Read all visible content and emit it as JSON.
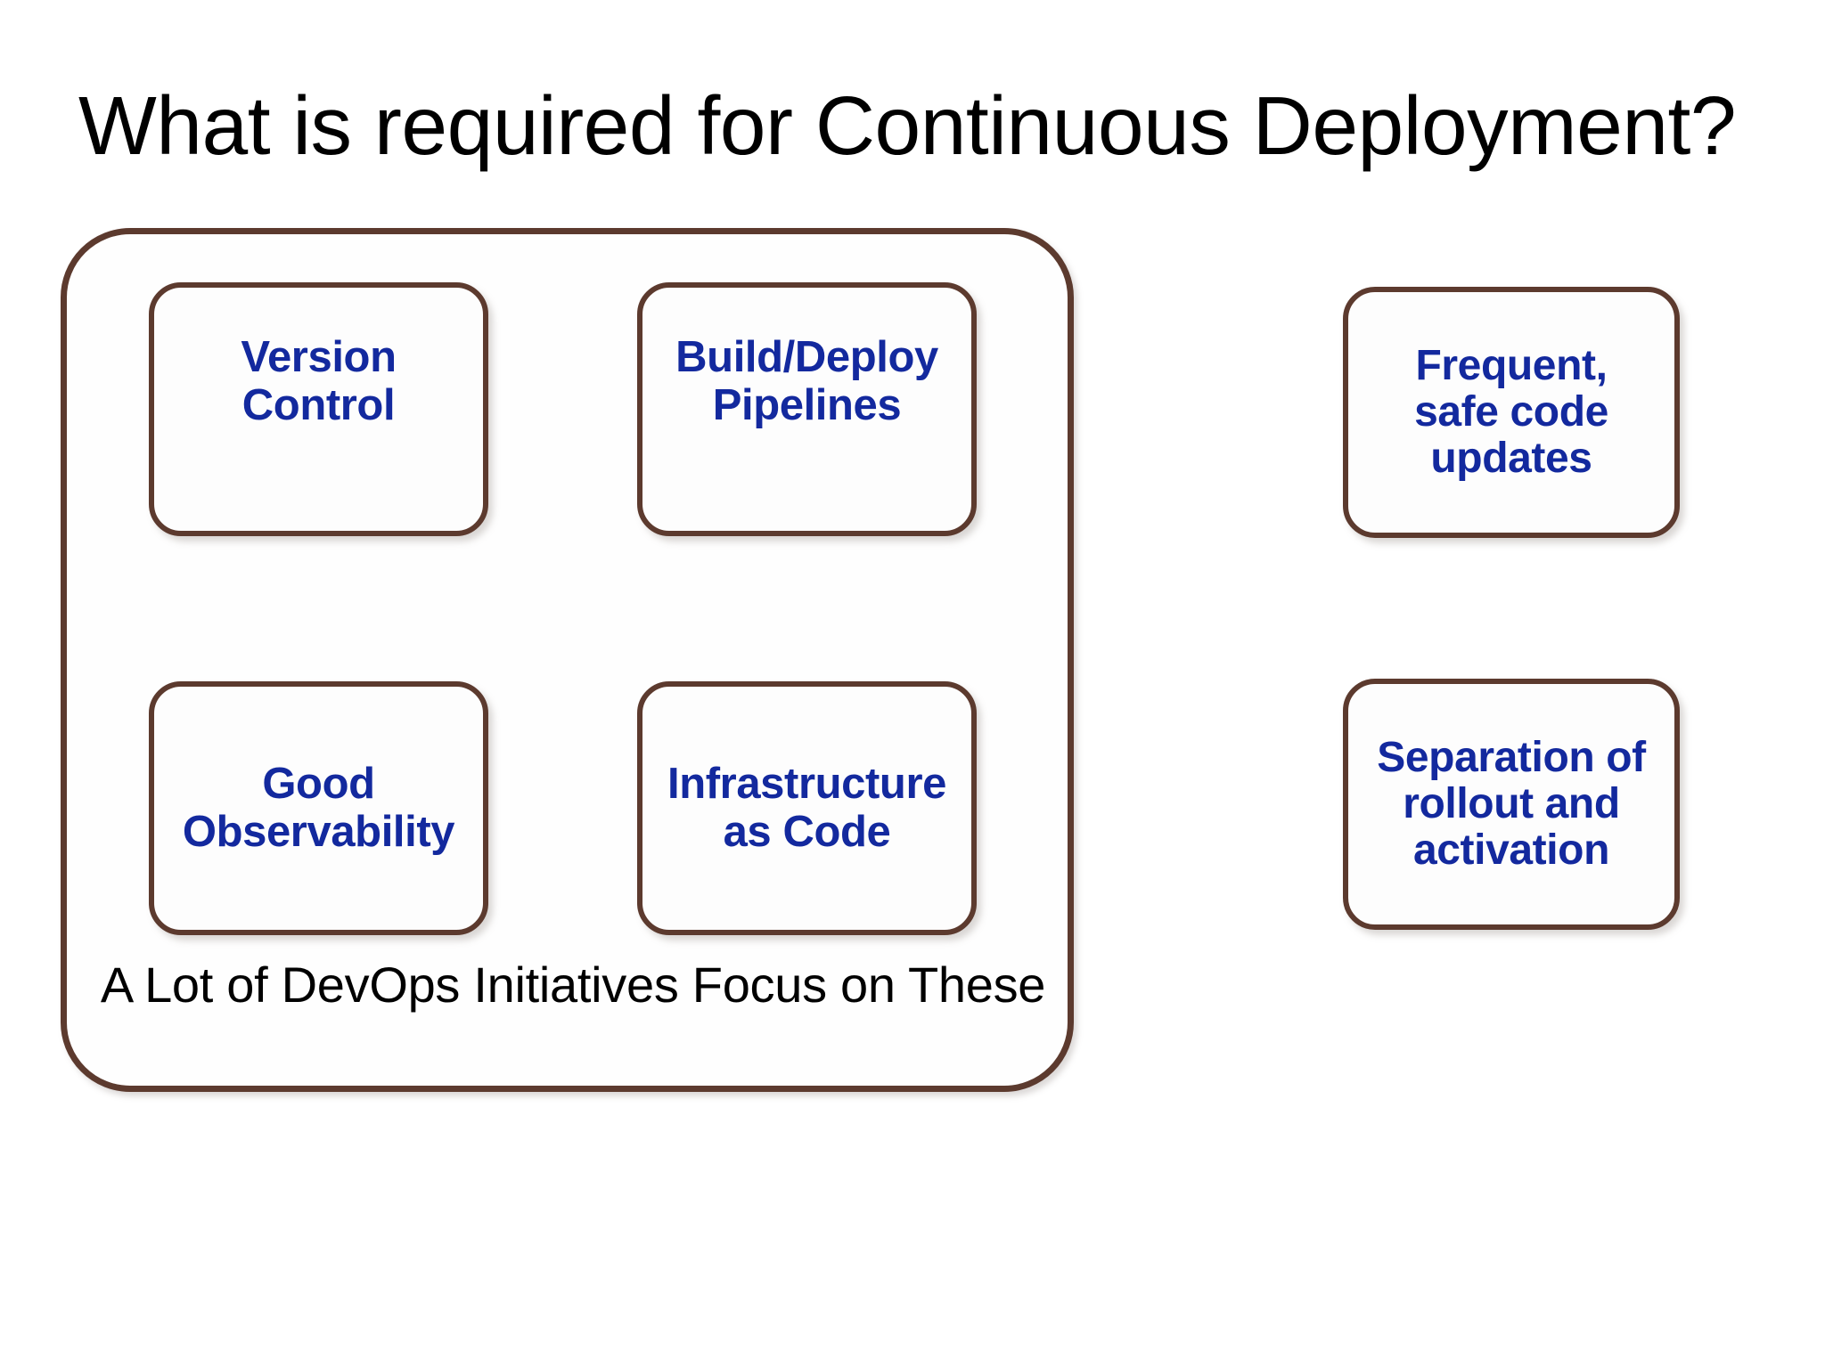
{
  "slide": {
    "title": "What is required for Continuous Deployment?",
    "background_color": "#ffffff"
  },
  "theme": {
    "box_border_color": "#5c3a2e",
    "box_fill_color": "#fdfdfd",
    "box_text_color": "#13299e",
    "title_text_color": "#000000",
    "caption_text_color": "#000000"
  },
  "devops_group": {
    "caption": "A Lot of DevOps Initiatives Focus on These",
    "cards": [
      {
        "label": "Version\nControl"
      },
      {
        "label": "Build/Deploy\nPipelines"
      },
      {
        "label": "Good\nObservability"
      },
      {
        "label": "Infrastructure\nas Code"
      }
    ]
  },
  "outcome_cards": [
    {
      "label": "Frequent,\nsafe code\nupdates"
    },
    {
      "label": "Separation of\nrollout and\nactivation"
    }
  ]
}
